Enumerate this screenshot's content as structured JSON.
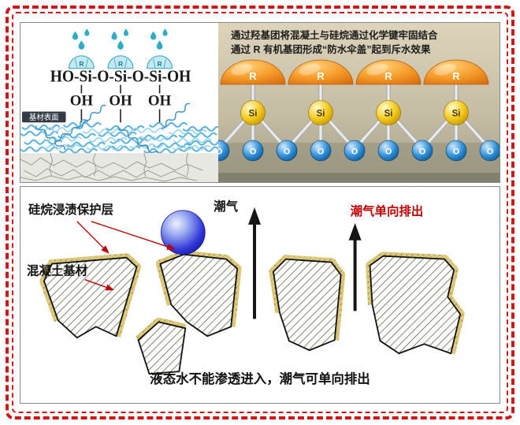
{
  "figure": {
    "top_left": {
      "formula": "HO-Si-O-Si-O-Si-OH",
      "oh_labels": [
        "OH",
        "OH",
        "OH"
      ],
      "r_label": "R",
      "surface_badge": "基材表面"
    },
    "top_right": {
      "caption_line1": "通过羟基团将混凝土与硅烷通过化学键牢固结合",
      "caption_line2": "通过 R 有机基团形成“防水伞盖”起到斥水效果",
      "r_label": "R",
      "si_label": "Si",
      "o_label": "O"
    },
    "bottom": {
      "coating_label": "硅烷浸渍保护层",
      "substrate_label": "混凝土基材",
      "moisture_label": "潮气",
      "one_way_label": "潮气单向排出",
      "caption": "液态水不能渗透进入，潮气可单向排出"
    },
    "colors": {
      "frame_red": "#d01616",
      "annotation_red": "#c00000",
      "umbrella_orange": "#f08c1e",
      "silicon_yellow": "#f0c010",
      "oxygen_blue": "#1b7fd4",
      "coating_tan": "#d9c87c",
      "droplet_teal": "#2aadc6"
    }
  }
}
